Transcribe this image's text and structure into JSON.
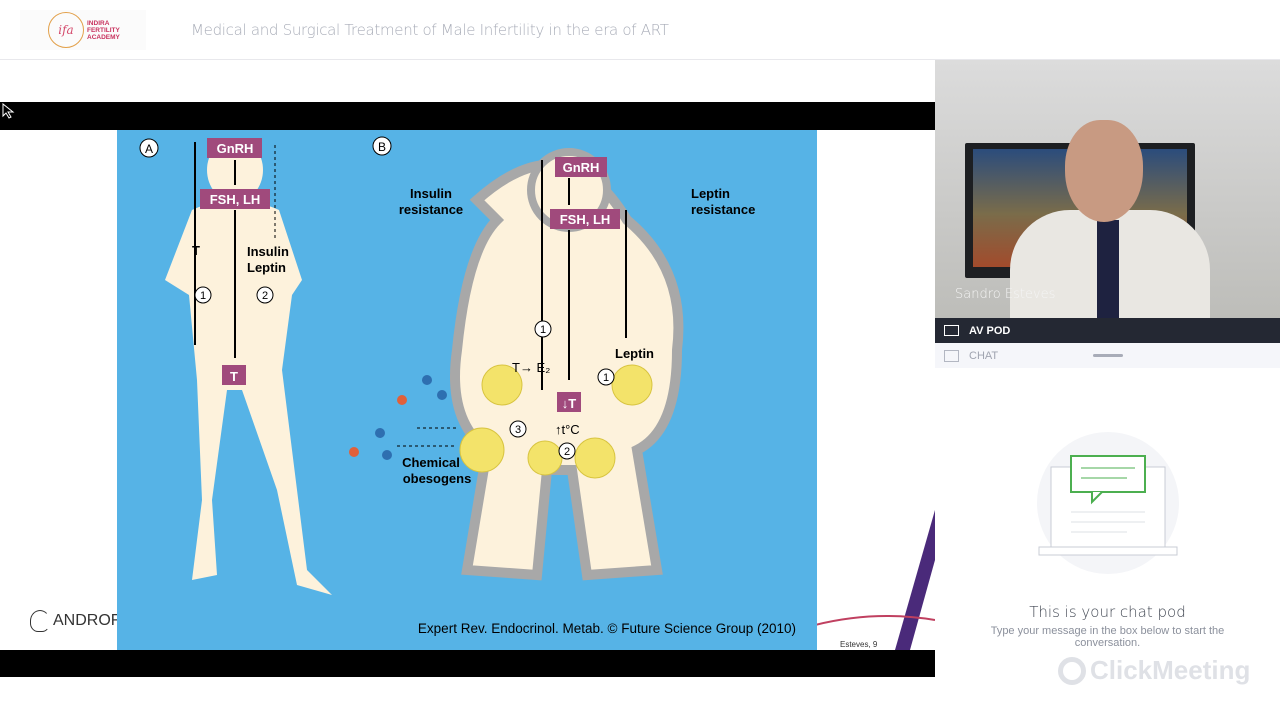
{
  "header": {
    "logo_text": "INDIRA FERTILITY ACADEMY",
    "logo_mark": "ifa",
    "title": "Medical and Surgical Treatment of Male Infertility in the era of ART"
  },
  "slide": {
    "panel_a": {
      "label": "A",
      "gnrh": "GnRH",
      "fsh_lh": "FSH, LH",
      "t_left": "T",
      "insulin": "Insulin",
      "leptin": "Leptin",
      "t_box": "T",
      "n1": "1",
      "n2": "2"
    },
    "panel_b": {
      "label": "B",
      "gnrh": "GnRH",
      "fsh_lh": "FSH, LH",
      "insulin_resistance": [
        "Insulin",
        "resistance"
      ],
      "leptin_resistance": [
        "Leptin",
        "resistance"
      ],
      "t_e2": "T→ E₂",
      "leptin": "Leptin",
      "t_box": "↓T",
      "temp": "↑t°C",
      "n1": "1",
      "n1b": "1",
      "n2": "2",
      "n3": "3",
      "chemical": [
        "Chemical",
        "obesogens"
      ]
    },
    "citation": "Expert Rev. Endocrinol. Metab. © Future Science Group (2010)",
    "logo": "ANDROF",
    "page": "Esteves, 9",
    "colors": {
      "background": "#56b3e6",
      "hormone_box": "#a04a7c",
      "body": "#fdf2dc",
      "fat": "#f3e36a"
    }
  },
  "video": {
    "presenter_name": "Sandro Esteves"
  },
  "panels": {
    "av_pod": "AV POD",
    "chat": "CHAT"
  },
  "chat": {
    "empty_title": "This is your chat pod",
    "empty_subtitle": "Type your message in the box below to start the conversation.",
    "brand": "ClickMeeting"
  }
}
